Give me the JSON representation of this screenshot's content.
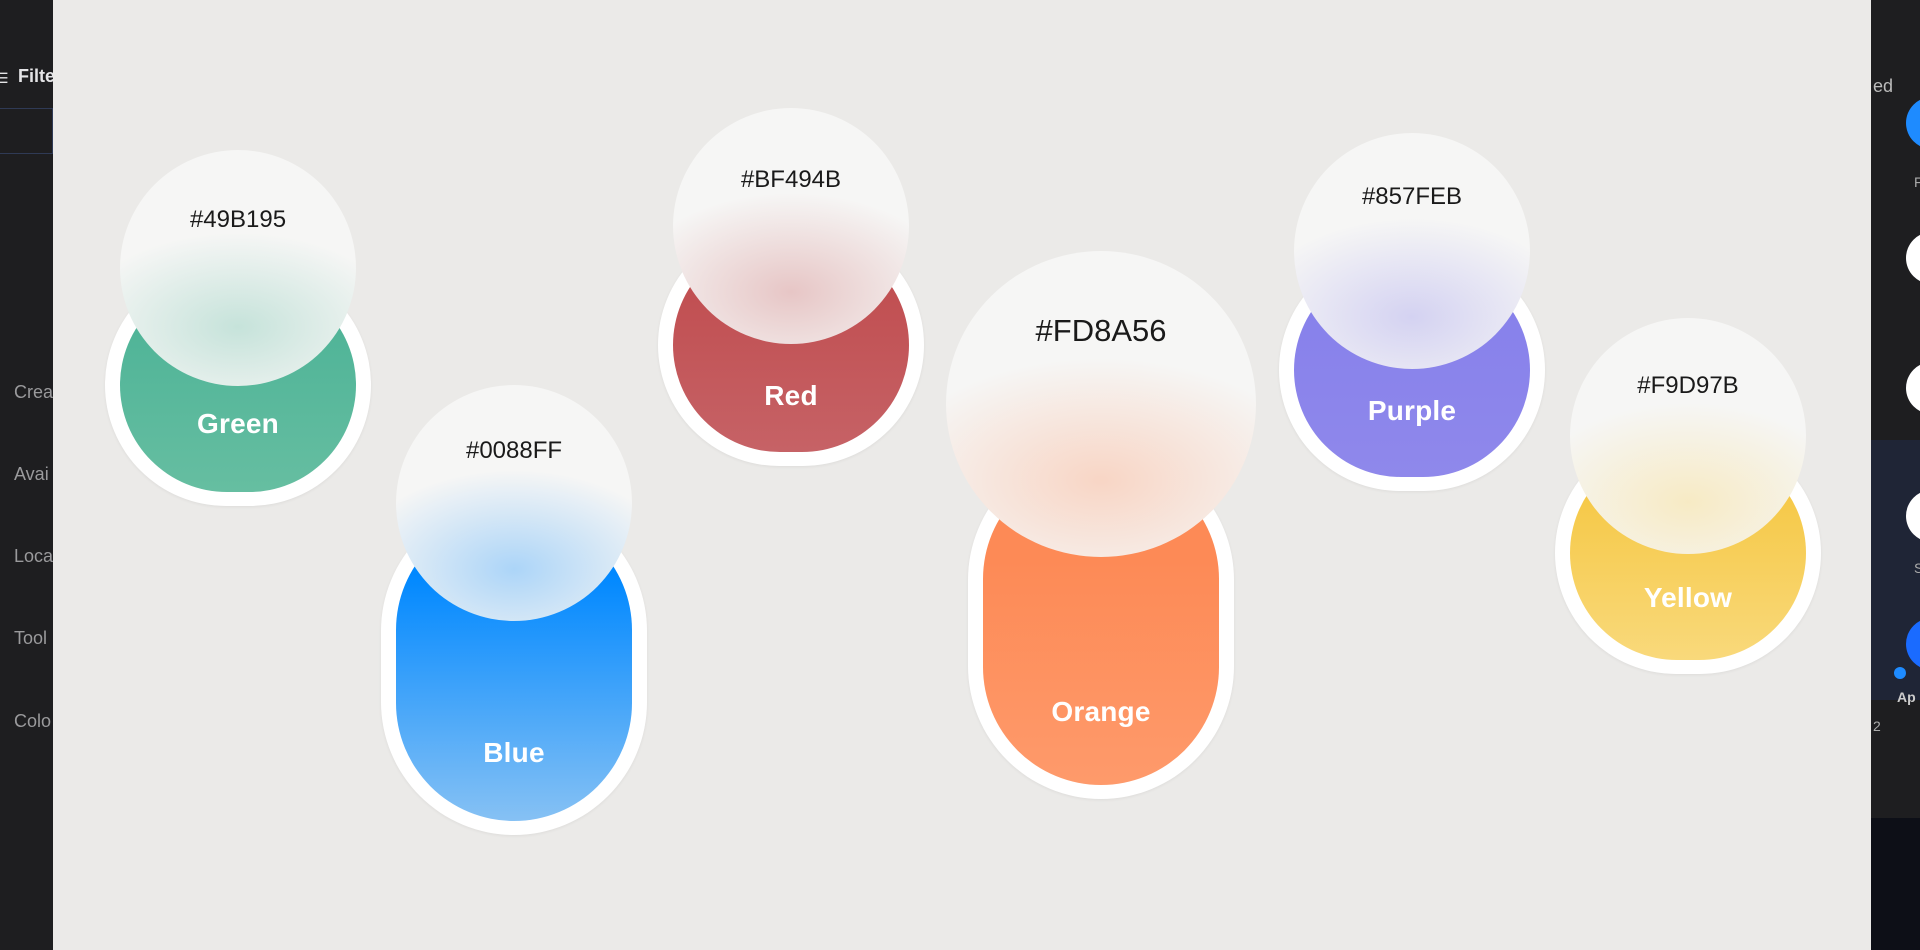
{
  "background_app": {
    "left_labels": {
      "filters": "Filte",
      "items": [
        "Crea",
        "Avai",
        "Loca",
        "Tool",
        "Colo"
      ]
    },
    "right_labels": {
      "sort": "ed",
      "page": "2",
      "app": "Ap",
      "short_labels": [
        "F",
        "S"
      ]
    }
  },
  "colors": [
    {
      "name": "Green",
      "hex": "#49B195"
    },
    {
      "name": "Blue",
      "hex": "#0088FF"
    },
    {
      "name": "Red",
      "hex": "#BF494B"
    },
    {
      "name": "Orange",
      "hex": "#FD8A56"
    },
    {
      "name": "Purple",
      "hex": "#857FEB"
    },
    {
      "name": "Yellow",
      "hex": "#F9D97B"
    }
  ]
}
